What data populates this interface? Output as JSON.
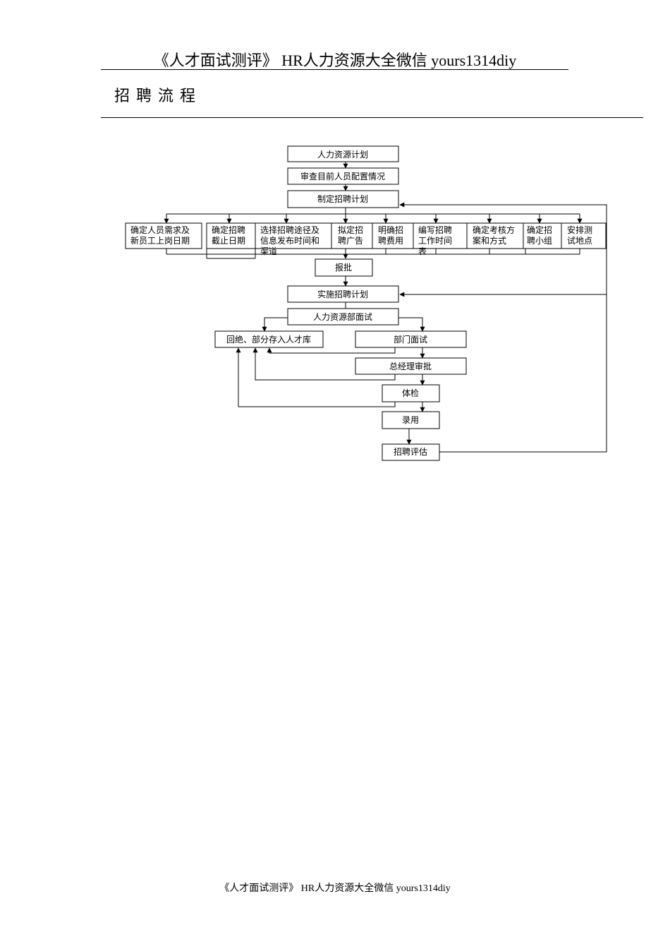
{
  "header": {
    "text": "《人才面试测评》 HR人力资源大全微信 yours1314diy"
  },
  "section_title": "招聘流程",
  "footer": {
    "text": "《人才面试测评》 HR人力资源大全微信 yours1314diy"
  },
  "flow": {
    "hr_plan": [
      "人力资源计划"
    ],
    "review_staffing": [
      "审查目前人员配置情况"
    ],
    "make_plan": [
      "制定招聘计划"
    ],
    "plan_items": [
      {
        "key": "needs",
        "lines": [
          "确定人员需求及",
          "新员工上岗日期"
        ]
      },
      {
        "key": "deadline",
        "lines": [
          "确定招聘",
          "截止日期"
        ]
      },
      {
        "key": "channels",
        "lines": [
          "选择招聘途径及",
          "信息发布时间和",
          "渠道"
        ]
      },
      {
        "key": "ad",
        "lines": [
          "拟定招",
          "聘广告"
        ]
      },
      {
        "key": "cost",
        "lines": [
          "明确招",
          "聘费用"
        ]
      },
      {
        "key": "schedule",
        "lines": [
          "编写招聘",
          "工作时间",
          "表"
        ]
      },
      {
        "key": "assessment",
        "lines": [
          "确定考核方",
          "案和方式"
        ]
      },
      {
        "key": "team",
        "lines": [
          "确定招",
          "聘小组"
        ]
      },
      {
        "key": "venue",
        "lines": [
          "安排测",
          "试地点"
        ]
      }
    ],
    "approve": [
      "报批"
    ],
    "implement": [
      "实施招聘计划"
    ],
    "hr_interview": [
      "人力资源部面试"
    ],
    "reject_pool": [
      "回绝、部分存入人才库"
    ],
    "dept_interview": [
      "部门面试"
    ],
    "gm_approval": [
      "总经理审批"
    ],
    "medical": [
      "体检"
    ],
    "hire": [
      "录用"
    ],
    "evaluation": [
      "招聘评估"
    ]
  }
}
